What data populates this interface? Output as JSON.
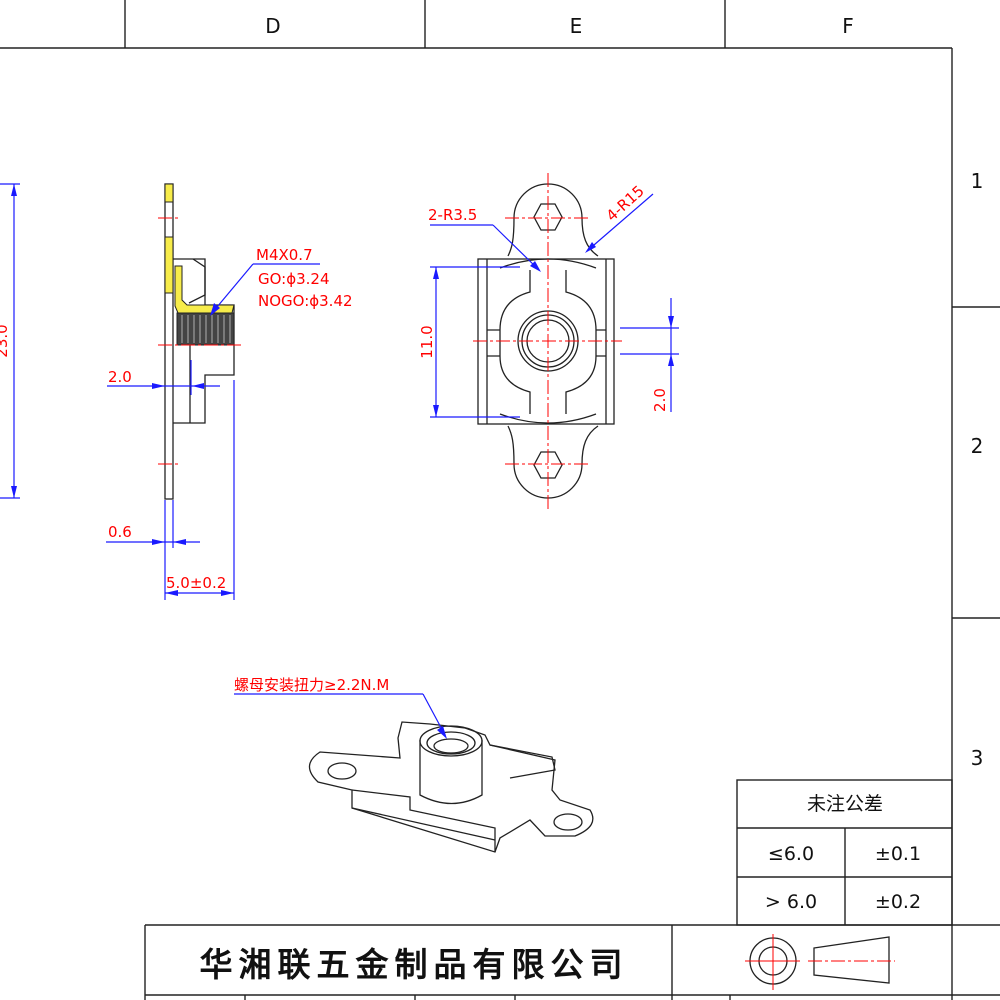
{
  "frame": {
    "columns": [
      "D",
      "E",
      "F"
    ],
    "rows": [
      "1",
      "2",
      "3"
    ]
  },
  "side_view": {
    "thread_label": "M4X0.7",
    "go_label": "GO:ϕ3.24",
    "nogo_label": "NOGO:ϕ3.42",
    "dim_height": "23.0",
    "dim_offset": "2.0",
    "dim_thickness": "0.6",
    "dim_total": "5.0±0.2"
  },
  "top_view": {
    "radius_small": "2-R3.5",
    "radius_large": "4-R15",
    "dim_length": "11.0",
    "dim_slot": "2.0"
  },
  "iso_view": {
    "torque_note": "螺母安装扭力≥2.2N.M"
  },
  "tolerance_table": {
    "title": "未注公差",
    "rows": [
      {
        "range": "≤6.0",
        "tolerance": "±0.1"
      },
      {
        "range": "> 6.0",
        "tolerance": "±0.2"
      }
    ]
  },
  "title_block": {
    "company": "华湘联五金制品有限公司"
  },
  "colors": {
    "dimension": "#1a1aff",
    "annotation": "#ff0000",
    "section_fill": "#f7ec4a"
  }
}
